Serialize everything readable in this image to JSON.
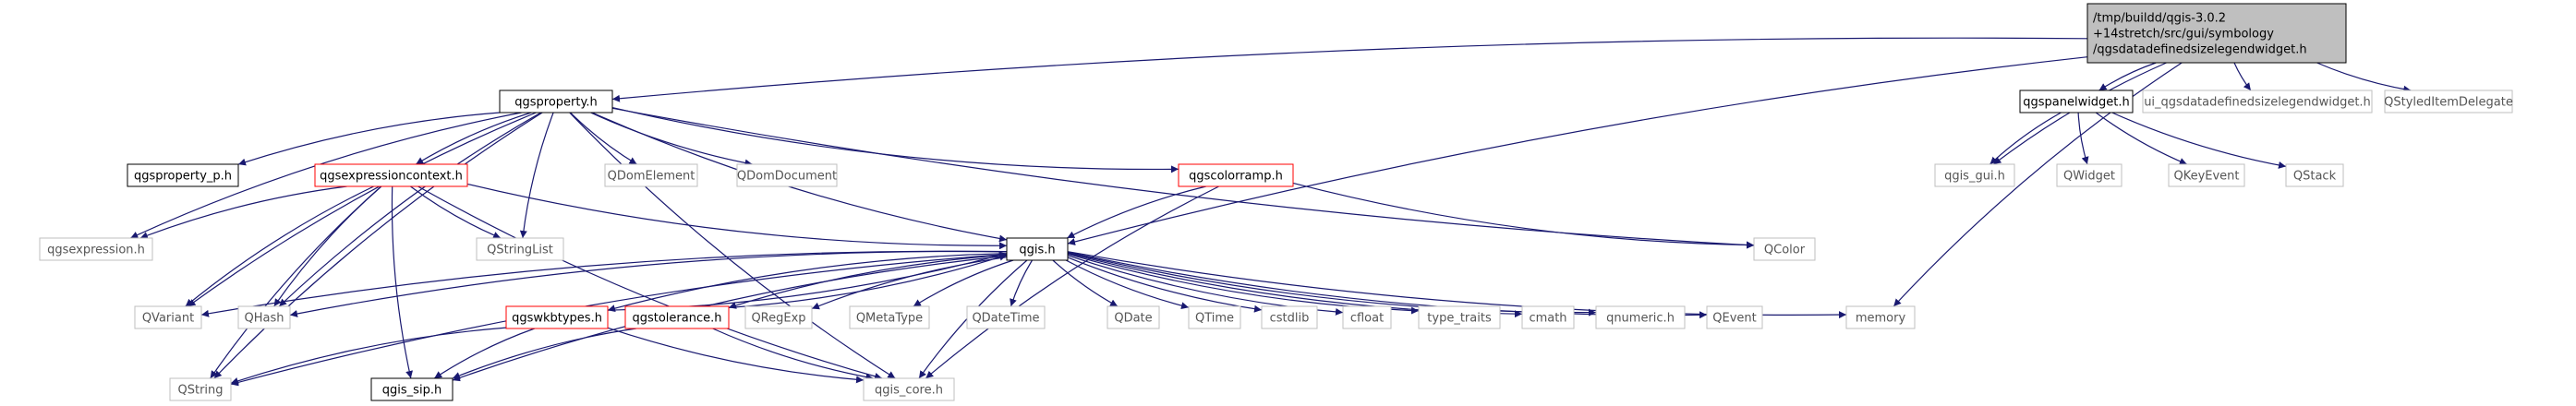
{
  "diagram": {
    "root": "root",
    "colors": {
      "edge": "#191970",
      "root_fill": "#bfbfbf",
      "documented_border": "#000000",
      "missing_border": "#bfbfbf",
      "red_border": "#ff0000"
    },
    "nodes": [
      {
        "id": "root",
        "lines": [
          "/tmp/buildd/qgis-3.0.2",
          "+14stretch/src/gui/symbology",
          "/qgsdatadefinedsizelegendwidget.h"
        ],
        "style": "root"
      },
      {
        "id": "qgsproperty_h",
        "lines": [
          "qgsproperty.h"
        ],
        "style": "documented"
      },
      {
        "id": "qgspanelwidget_h",
        "lines": [
          "qgspanelwidget.h"
        ],
        "style": "documented"
      },
      {
        "id": "ui_qgsdatadefinedsizelegendwidget_h",
        "lines": [
          "ui_qgsdatadefinedsizelegendwidget.h"
        ],
        "style": "missing"
      },
      {
        "id": "QStyledItemDelegate",
        "lines": [
          "QStyledItemDelegate"
        ],
        "style": "missing"
      },
      {
        "id": "qgsproperty_p_h",
        "lines": [
          "qgsproperty_p.h"
        ],
        "style": "documented"
      },
      {
        "id": "qgsexpressioncontext_h",
        "lines": [
          "qgsexpressioncontext.h"
        ],
        "style": "red"
      },
      {
        "id": "QDomElement",
        "lines": [
          "QDomElement"
        ],
        "style": "missing"
      },
      {
        "id": "QDomDocument",
        "lines": [
          "QDomDocument"
        ],
        "style": "missing"
      },
      {
        "id": "qgscolorramp_h",
        "lines": [
          "qgscolorramp.h"
        ],
        "style": "red"
      },
      {
        "id": "qgis_gui_h",
        "lines": [
          "qgis_gui.h"
        ],
        "style": "missing"
      },
      {
        "id": "QWidget",
        "lines": [
          "QWidget"
        ],
        "style": "missing"
      },
      {
        "id": "QKeyEvent",
        "lines": [
          "QKeyEvent"
        ],
        "style": "missing"
      },
      {
        "id": "QStack",
        "lines": [
          "QStack"
        ],
        "style": "missing"
      },
      {
        "id": "qgsexpression_h",
        "lines": [
          "qgsexpression.h"
        ],
        "style": "missing"
      },
      {
        "id": "QStringList",
        "lines": [
          "QStringList"
        ],
        "style": "missing"
      },
      {
        "id": "qgis_h",
        "lines": [
          "qgis.h"
        ],
        "style": "documented"
      },
      {
        "id": "QColor",
        "lines": [
          "QColor"
        ],
        "style": "missing"
      },
      {
        "id": "QVariant",
        "lines": [
          "QVariant"
        ],
        "style": "missing"
      },
      {
        "id": "QHash",
        "lines": [
          "QHash"
        ],
        "style": "missing"
      },
      {
        "id": "qgswkbtypes_h",
        "lines": [
          "qgswkbtypes.h"
        ],
        "style": "red"
      },
      {
        "id": "qgstolerance_h",
        "lines": [
          "qgstolerance.h"
        ],
        "style": "red"
      },
      {
        "id": "QRegExp",
        "lines": [
          "QRegExp"
        ],
        "style": "missing"
      },
      {
        "id": "QMetaType",
        "lines": [
          "QMetaType"
        ],
        "style": "missing"
      },
      {
        "id": "QDateTime",
        "lines": [
          "QDateTime"
        ],
        "style": "missing"
      },
      {
        "id": "QDate",
        "lines": [
          "QDate"
        ],
        "style": "missing"
      },
      {
        "id": "QTime",
        "lines": [
          "QTime"
        ],
        "style": "missing"
      },
      {
        "id": "cstdlib",
        "lines": [
          "cstdlib"
        ],
        "style": "missing"
      },
      {
        "id": "cfloat",
        "lines": [
          "cfloat"
        ],
        "style": "missing"
      },
      {
        "id": "type_traits",
        "lines": [
          "type_traits"
        ],
        "style": "missing"
      },
      {
        "id": "cmath",
        "lines": [
          "cmath"
        ],
        "style": "missing"
      },
      {
        "id": "qnumeric_h",
        "lines": [
          "qnumeric.h"
        ],
        "style": "missing"
      },
      {
        "id": "QEvent",
        "lines": [
          "QEvent"
        ],
        "style": "missing"
      },
      {
        "id": "memory",
        "lines": [
          "memory"
        ],
        "style": "missing"
      },
      {
        "id": "QString",
        "lines": [
          "QString"
        ],
        "style": "missing"
      },
      {
        "id": "qgis_sip_h",
        "lines": [
          "qgis_sip.h"
        ],
        "style": "documented"
      },
      {
        "id": "qgis_core_h",
        "lines": [
          "qgis_core.h"
        ],
        "style": "missing"
      }
    ],
    "edges": [
      [
        "root",
        "qgsproperty_h"
      ],
      [
        "root",
        "qgis_h"
      ],
      [
        "root",
        "memory"
      ],
      [
        "root",
        "qgis_gui_h"
      ],
      [
        "root",
        "qgspanelwidget_h"
      ],
      [
        "root",
        "ui_qgsdatadefinedsizelegendwidget_h"
      ],
      [
        "root",
        "QStyledItemDelegate"
      ],
      [
        "qgsproperty_h",
        "qgsproperty_p_h"
      ],
      [
        "qgsproperty_h",
        "qgsexpressioncontext_h"
      ],
      [
        "qgsproperty_h",
        "QDomElement"
      ],
      [
        "qgsproperty_h",
        "QDomDocument"
      ],
      [
        "qgsproperty_h",
        "qgscolorramp_h"
      ],
      [
        "qgsproperty_h",
        "QColor"
      ],
      [
        "qgsproperty_h",
        "qgis_core_h"
      ],
      [
        "qgsproperty_h",
        "QString"
      ],
      [
        "qgsproperty_h",
        "QVariant"
      ],
      [
        "qgsproperty_h",
        "qgsexpression_h"
      ],
      [
        "qgsproperty_h",
        "QHash"
      ],
      [
        "qgsproperty_h",
        "QStringList"
      ],
      [
        "qgsproperty_h",
        "qgis_h"
      ],
      [
        "qgspanelwidget_h",
        "qgis_gui_h"
      ],
      [
        "qgspanelwidget_h",
        "QWidget"
      ],
      [
        "qgspanelwidget_h",
        "QKeyEvent"
      ],
      [
        "qgspanelwidget_h",
        "QStack"
      ],
      [
        "qgsexpressioncontext_h",
        "qgsexpression_h"
      ],
      [
        "qgsexpressioncontext_h",
        "QStringList"
      ],
      [
        "qgsexpressioncontext_h",
        "qgis_h"
      ],
      [
        "qgsexpressioncontext_h",
        "QVariant"
      ],
      [
        "qgsexpressioncontext_h",
        "QHash"
      ],
      [
        "qgsexpressioncontext_h",
        "QString"
      ],
      [
        "qgsexpressioncontext_h",
        "qgis_sip_h"
      ],
      [
        "qgsexpressioncontext_h",
        "qgis_core_h"
      ],
      [
        "qgscolorramp_h",
        "qgis_h"
      ],
      [
        "qgscolorramp_h",
        "QColor"
      ],
      [
        "qgscolorramp_h",
        "qgis_core_h"
      ],
      [
        "qgis_h",
        "QVariant"
      ],
      [
        "qgis_h",
        "QHash"
      ],
      [
        "qgis_h",
        "qgswkbtypes_h"
      ],
      [
        "qgis_h",
        "qgstolerance_h"
      ],
      [
        "qgis_h",
        "QRegExp"
      ],
      [
        "qgis_h",
        "QMetaType"
      ],
      [
        "qgis_h",
        "QDateTime"
      ],
      [
        "qgis_h",
        "QDate"
      ],
      [
        "qgis_h",
        "QTime"
      ],
      [
        "qgis_h",
        "cstdlib"
      ],
      [
        "qgis_h",
        "cfloat"
      ],
      [
        "qgis_h",
        "type_traits"
      ],
      [
        "qgis_h",
        "cmath"
      ],
      [
        "qgis_h",
        "qnumeric_h"
      ],
      [
        "qgis_h",
        "QEvent"
      ],
      [
        "qgis_h",
        "memory"
      ],
      [
        "qgis_h",
        "QString"
      ],
      [
        "qgis_h",
        "qgis_sip_h"
      ],
      [
        "qgis_h",
        "qgis_core_h"
      ],
      [
        "qgswkbtypes_h",
        "qgis_h"
      ],
      [
        "qgswkbtypes_h",
        "QString"
      ],
      [
        "qgswkbtypes_h",
        "qgis_core_h"
      ],
      [
        "qgswkbtypes_h",
        "qgis_sip_h"
      ],
      [
        "qgstolerance_h",
        "qgis_h"
      ],
      [
        "qgstolerance_h",
        "qgis_core_h"
      ],
      [
        "qgstolerance_h",
        "qgis_sip_h"
      ]
    ]
  }
}
